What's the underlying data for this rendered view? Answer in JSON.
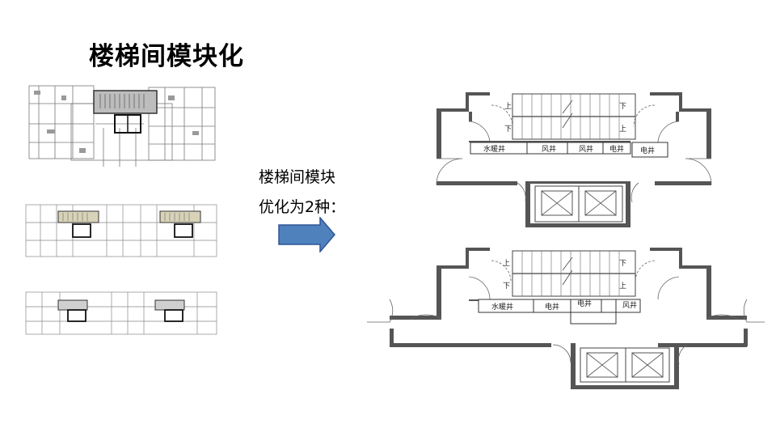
{
  "slide": {
    "title": "楼梯间模块化",
    "note_line1": "楼梯间模块",
    "note_line2": "优化为2种："
  },
  "plan_a": {
    "up": "上",
    "down": "下",
    "shafts": [
      "水暖井",
      "风井",
      "风井",
      "电井",
      "电井"
    ]
  },
  "plan_b": {
    "up": "上",
    "down": "下",
    "shafts": [
      "水暖井",
      "电井",
      "电井",
      "风井"
    ]
  },
  "colors": {
    "arrow_fill": "#4f81bd",
    "wall": "#555555",
    "highlight": "#d8d2b8"
  }
}
